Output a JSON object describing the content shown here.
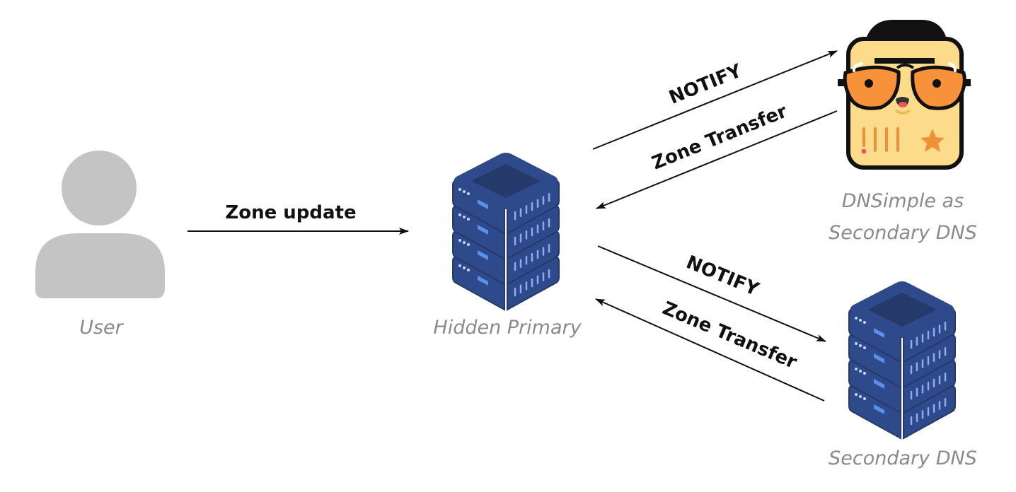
{
  "nodes": {
    "user": {
      "label": "User"
    },
    "hidden_primary": {
      "label": "Hidden Primary"
    },
    "dnsimple": {
      "label_line1": "DNSimple as",
      "label_line2": "Secondary DNS"
    },
    "secondary": {
      "label": "Secondary DNS"
    }
  },
  "edges": {
    "zone_update": "Zone update",
    "notify_top": "NOTIFY",
    "transfer_top": "Zone Transfer",
    "notify_bottom": "NOTIFY",
    "transfer_bottom": "Zone Transfer"
  },
  "colors": {
    "server": "#2f4a8a",
    "server_dark": "#26396b",
    "server_light": "#5b8fe8",
    "user_icon": "#c4c4c4",
    "caption": "#8a8a8a",
    "mascot_face": "#fcdc8a",
    "mascot_glasses": "#f7913a"
  }
}
